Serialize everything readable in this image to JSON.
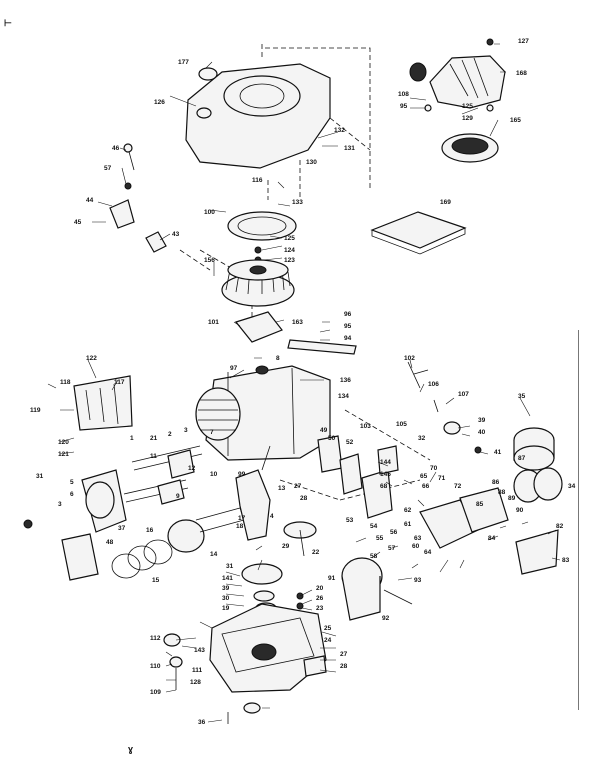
{
  "diagram": {
    "labels": [
      "127",
      "168",
      "177",
      "126",
      "132",
      "131",
      "130",
      "108",
      "95",
      "125",
      "129",
      "165",
      "46",
      "57",
      "44",
      "45",
      "116",
      "133",
      "100",
      "43",
      "169",
      "125",
      "124",
      "123",
      "156",
      "96",
      "95",
      "94",
      "101",
      "163",
      "122",
      "117",
      "118",
      "8",
      "136",
      "119",
      "97",
      "120",
      "121",
      "1",
      "21",
      "2",
      "3",
      "11",
      "12",
      "7",
      "134",
      "102",
      "103",
      "105",
      "107",
      "39",
      "40",
      "41",
      "32",
      "106",
      "35",
      "34",
      "31",
      "5",
      "6",
      "3",
      "9",
      "37",
      "48",
      "10",
      "99",
      "144",
      "145",
      "68",
      "13",
      "16",
      "18",
      "17",
      "14",
      "15",
      "29",
      "27",
      "28",
      "4",
      "22",
      "49",
      "50",
      "52",
      "53",
      "54",
      "55",
      "56",
      "57",
      "58",
      "60",
      "61",
      "64",
      "63",
      "62",
      "65",
      "66",
      "70",
      "71",
      "72",
      "82",
      "83",
      "84",
      "85",
      "86",
      "87",
      "88",
      "89",
      "90",
      "91",
      "92",
      "93",
      "31",
      "141",
      "39",
      "30",
      "19",
      "20",
      "26",
      "23",
      "25",
      "24",
      "27",
      "28",
      "112",
      "143",
      "110",
      "111",
      "109",
      "128",
      "36"
    ],
    "footer_mark": "ɣ",
    "corner_mark": "⊢"
  }
}
